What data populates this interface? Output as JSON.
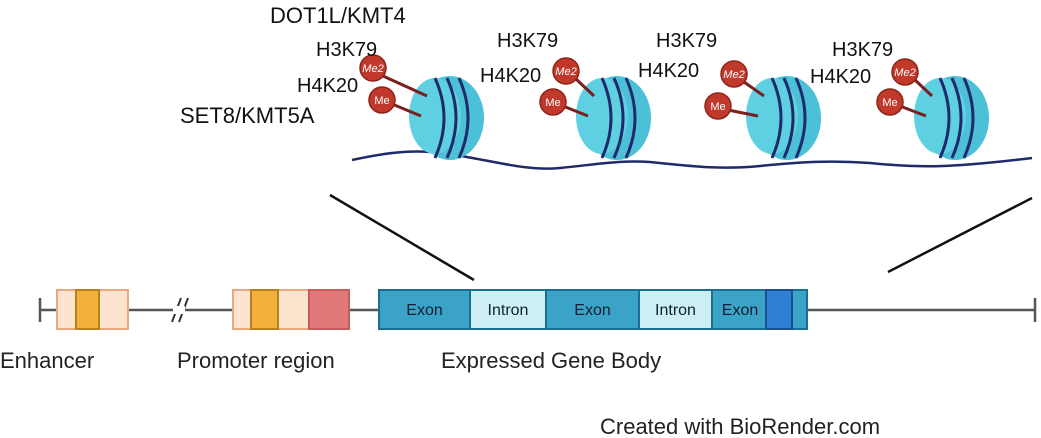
{
  "enzymes": {
    "dot1l": "DOT1L/KMT4",
    "set8": "SET8/KMT5A"
  },
  "marks": {
    "h3k79": "H3K79",
    "h4k20": "H4K20",
    "me2": "Me2",
    "me": "Me"
  },
  "nucleosomes": [
    {
      "h3k79": "H3K79",
      "h4k20": "H4K20"
    },
    {
      "h3k79": "H3K79",
      "h4k20": "H4K20"
    },
    {
      "h3k79": "H3K79",
      "h4k20": "H4K20"
    },
    {
      "h3k79": "H3K79",
      "h4k20": "H4K20"
    }
  ],
  "gene": {
    "segments": [
      "Exon",
      "Intron",
      "Exon",
      "Intron",
      "Exon"
    ],
    "labels": {
      "enhancer": "Enhancer",
      "promoter": "Promoter region",
      "body": "Expressed Gene Body"
    }
  },
  "colors": {
    "exon": "#3aa3c7",
    "intron": "#cdeef4",
    "histone": "#4cc0d6",
    "dna": "#1f2a6b",
    "methyl": "#c0392b",
    "orange": "#f3b13b",
    "peach": "#fde4cf",
    "rose": "#e07a7a",
    "blue": "#2f7fd6"
  },
  "footer": {
    "credit": "Created with BioRender.com"
  }
}
